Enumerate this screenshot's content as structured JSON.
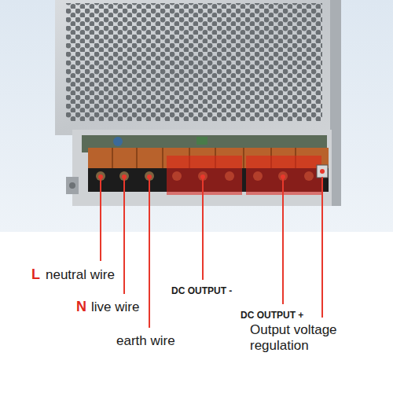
{
  "diagram": {
    "labels": [
      "L",
      "neutral wire",
      "N",
      "live wire",
      "earth wire",
      "DC OUTPUT -",
      "DC OUTPUT +",
      "Output voltage regulation"
    ]
  }
}
